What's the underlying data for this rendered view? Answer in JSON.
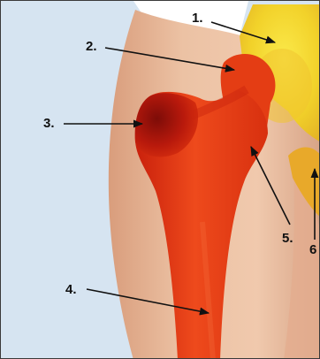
{
  "labels": {
    "l1": "1.",
    "l2": "2.",
    "l3": "3.",
    "l4": "4.",
    "l5": "5.",
    "l6": "6"
  },
  "colors": {
    "background": "#d6e4f1",
    "skin": "#e9b999",
    "bone_red": "#e23a12",
    "bone_dark": "#a7160b",
    "pelvis_yellow": "#f4de2a",
    "pelvis_orange": "#e9b422"
  }
}
